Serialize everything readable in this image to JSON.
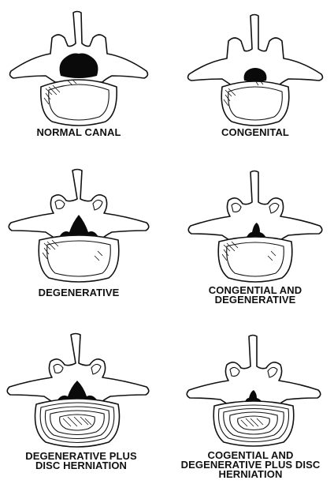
{
  "panels": [
    {
      "id": "normal-canal",
      "lines": [
        "NORMAL CANAL"
      ]
    },
    {
      "id": "congenital",
      "lines": [
        "CONGENITAL"
      ]
    },
    {
      "id": "degenerative",
      "lines": [
        "DEGENERATIVE"
      ]
    },
    {
      "id": "congential-and-degenerative",
      "lines": [
        "CONGENTIAL AND",
        "DEGENERATIVE"
      ]
    },
    {
      "id": "degenerative-plus-disc-herniation",
      "lines": [
        "DEGENERATIVE PLUS",
        "DISC HERNIATION"
      ]
    },
    {
      "id": "cogential-and-degenerative-plus-disc-herniation",
      "lines": [
        "COGENTIAL AND",
        "DEGENERATIVE PLUS DISC",
        "HERNIATION"
      ]
    }
  ]
}
